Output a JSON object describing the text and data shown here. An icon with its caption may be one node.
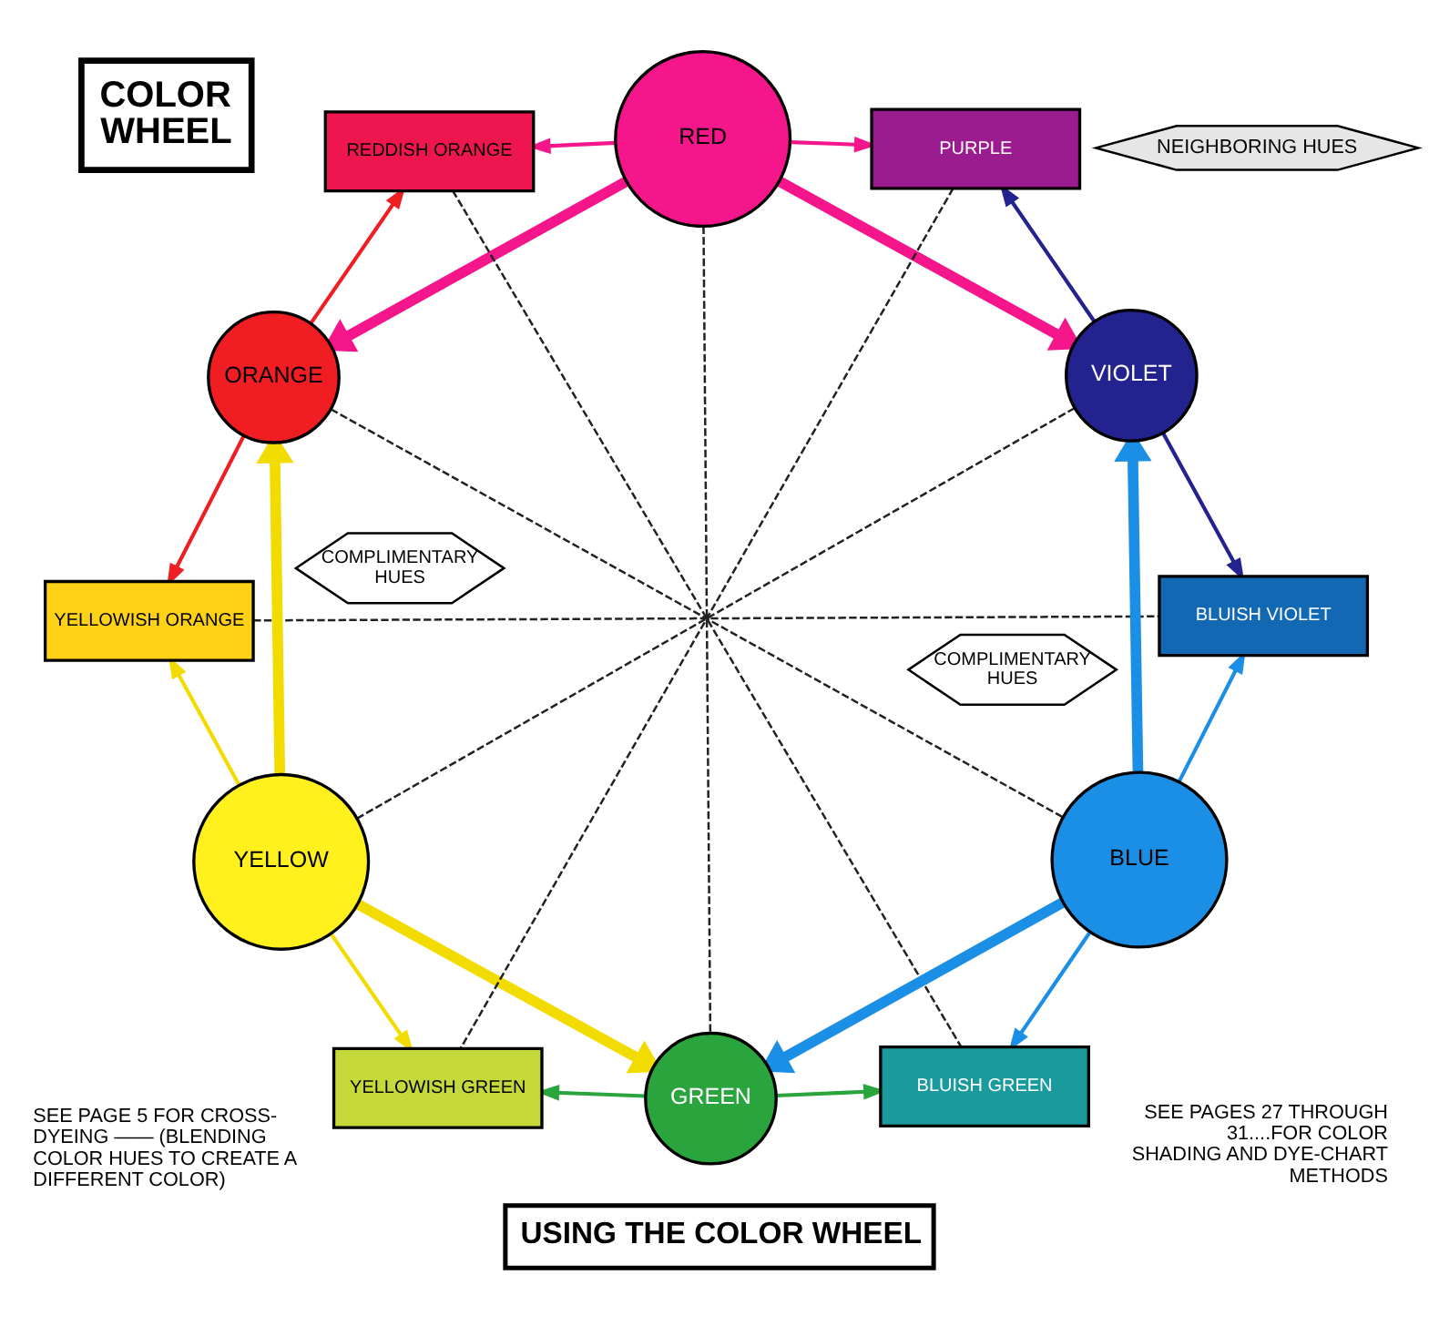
{
  "diagram": {
    "title": "COLOR WHEEL",
    "caption": "USING THE COLOR WHEEL",
    "nodes": [
      {
        "text": [
          "RED"
        ]
      },
      {
        "text": [
          "NEIGHBORING HUES"
        ]
      },
      {
        "text": [
          "REDDISH ORANGE"
        ]
      },
      {
        "text": [
          "PURPLE"
        ]
      },
      {
        "text": [
          "ORANGE"
        ]
      },
      {
        "text": [
          "VIOLET"
        ]
      },
      {
        "text": [
          "COMPLIMENTARY HUES"
        ]
      },
      {
        "text": [
          "YELLOWISH ORANGE"
        ]
      },
      {
        "text": [
          "BLUISH VIOLET"
        ]
      },
      {
        "text": [
          "COMPLIMENTARY HUES"
        ]
      },
      {
        "text": [
          "YELLOW"
        ]
      },
      {
        "text": [
          "BLUE"
        ]
      },
      {
        "text": [
          "YELLOWISH GREEN"
        ]
      },
      {
        "text": [
          "BLUISH GREEN"
        ]
      },
      {
        "text": [
          "GREEN"
        ]
      }
    ],
    "edges": [
      {
        "from": 0,
        "to": 14,
        "arrow": "none",
        "style": "dashed"
      },
      {
        "from": 0,
        "to": 2,
        "arrow": "to",
        "color": "#f5168c"
      },
      {
        "from": 0,
        "to": 3,
        "arrow": "to",
        "color": "#f5168c"
      },
      {
        "from": 0,
        "to": 4,
        "arrow": "to",
        "style": "thick",
        "color": "#f5168c"
      },
      {
        "from": 0,
        "to": 5,
        "arrow": "to",
        "style": "thick",
        "color": "#f5168c"
      },
      {
        "from": 2,
        "to": 13,
        "arrow": "none",
        "style": "dashed"
      },
      {
        "from": 3,
        "to": 12,
        "arrow": "none",
        "style": "dashed"
      },
      {
        "from": 4,
        "to": 2,
        "arrow": "to",
        "color": "#f01e23"
      },
      {
        "from": 4,
        "to": 7,
        "arrow": "to",
        "color": "#f01e23"
      },
      {
        "from": 4,
        "to": 11,
        "arrow": "none",
        "style": "dashed"
      },
      {
        "from": 5,
        "to": 3,
        "arrow": "to",
        "color": "#23238f"
      },
      {
        "from": 5,
        "to": 8,
        "arrow": "to",
        "color": "#23238f"
      },
      {
        "from": 5,
        "to": 10,
        "arrow": "none",
        "style": "dashed"
      },
      {
        "from": 7,
        "to": 8,
        "arrow": "none",
        "style": "dashed"
      },
      {
        "from": 10,
        "to": 7,
        "arrow": "to",
        "color": "#f2dc00"
      },
      {
        "from": 10,
        "to": 4,
        "arrow": "to",
        "style": "thick",
        "color": "#f2dc00"
      },
      {
        "from": 10,
        "to": 12,
        "arrow": "to",
        "color": "#f2dc00"
      },
      {
        "from": 10,
        "to": 14,
        "arrow": "to",
        "style": "thick",
        "color": "#f2dc00"
      },
      {
        "from": 11,
        "to": 5,
        "arrow": "to",
        "style": "thick",
        "color": "#1b8fe6"
      },
      {
        "from": 11,
        "to": 8,
        "arrow": "to",
        "color": "#1b8fe6"
      },
      {
        "from": 11,
        "to": 13,
        "arrow": "to",
        "color": "#1b8fe6"
      },
      {
        "from": 11,
        "to": 14,
        "arrow": "to",
        "style": "thick",
        "color": "#1b8fe6"
      },
      {
        "from": 14,
        "to": 12,
        "arrow": "to",
        "color": "#2aa53d"
      },
      {
        "from": 14,
        "to": 13,
        "arrow": "to",
        "color": "#2aa53d"
      }
    ],
    "labels": [
      "SEE PAGE 5 FOR CROSS-DYEING —— (BLENDING COLOR HUES TO CREATE A DIFFERENT COLOR)",
      "SEE PAGES 27 THROUGH 31....FOR COLOR SHADING AND DYE-CHART METHODS"
    ]
  }
}
